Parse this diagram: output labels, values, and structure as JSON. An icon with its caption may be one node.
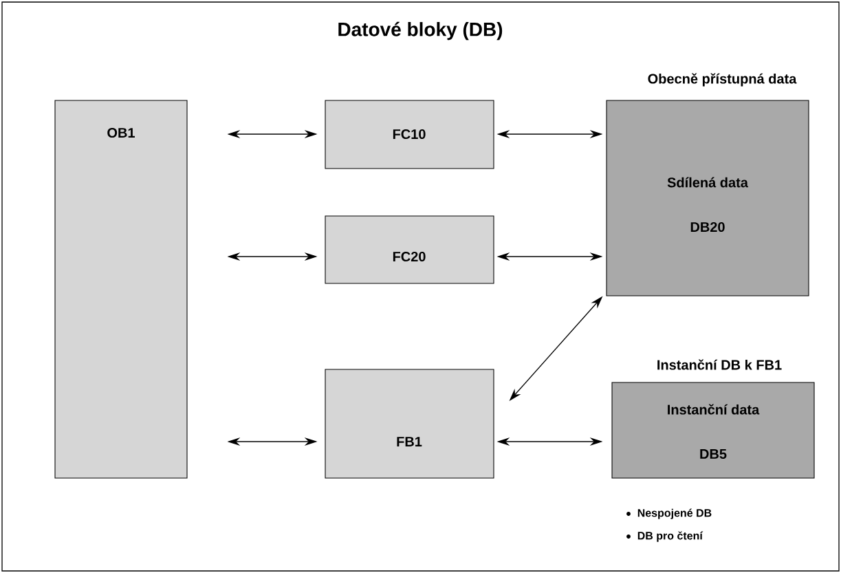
{
  "diagram": {
    "title": "Datové bloky (DB)",
    "nodes": [
      {
        "text": [
          "OB1"
        ]
      },
      {
        "text": [
          "FC10"
        ]
      },
      {
        "text": [
          "FC20"
        ]
      },
      {
        "text": [
          "Obecně přístupná data",
          "Sdílená data",
          "DB20"
        ]
      },
      {
        "text": [
          "FB1"
        ]
      },
      {
        "text": [
          "Instanční DB k FB1",
          "Instanční data",
          "DB5"
        ]
      }
    ],
    "edges": [
      {
        "from": 0,
        "to": 1,
        "arrow": "both"
      },
      {
        "from": 0,
        "to": 2,
        "arrow": "both"
      },
      {
        "from": 0,
        "to": 4,
        "arrow": "both"
      },
      {
        "from": 1,
        "to": 3,
        "arrow": "both"
      },
      {
        "from": 2,
        "to": 3,
        "arrow": "both"
      },
      {
        "from": 4,
        "to": 3,
        "arrow": "both"
      },
      {
        "from": 4,
        "to": 5,
        "arrow": "both"
      }
    ],
    "labels": [
      "Nespojené DB",
      "DB pro čtení"
    ]
  }
}
